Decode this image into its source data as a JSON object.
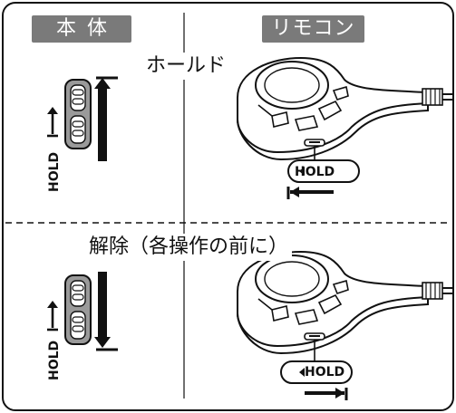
{
  "sections": {
    "main_unit_label": "本体",
    "remote_label": "リモコン"
  },
  "steps": {
    "hold_heading": "ホールド",
    "unlock_heading": "解除（各操作の前に）"
  },
  "switch": {
    "hold_marker": "HOLD",
    "remote_button_label": "HOLD"
  },
  "colors": {
    "tag_background": "#7a7a7a",
    "line": "#111111",
    "switch_fill": "#9a9a9a"
  }
}
